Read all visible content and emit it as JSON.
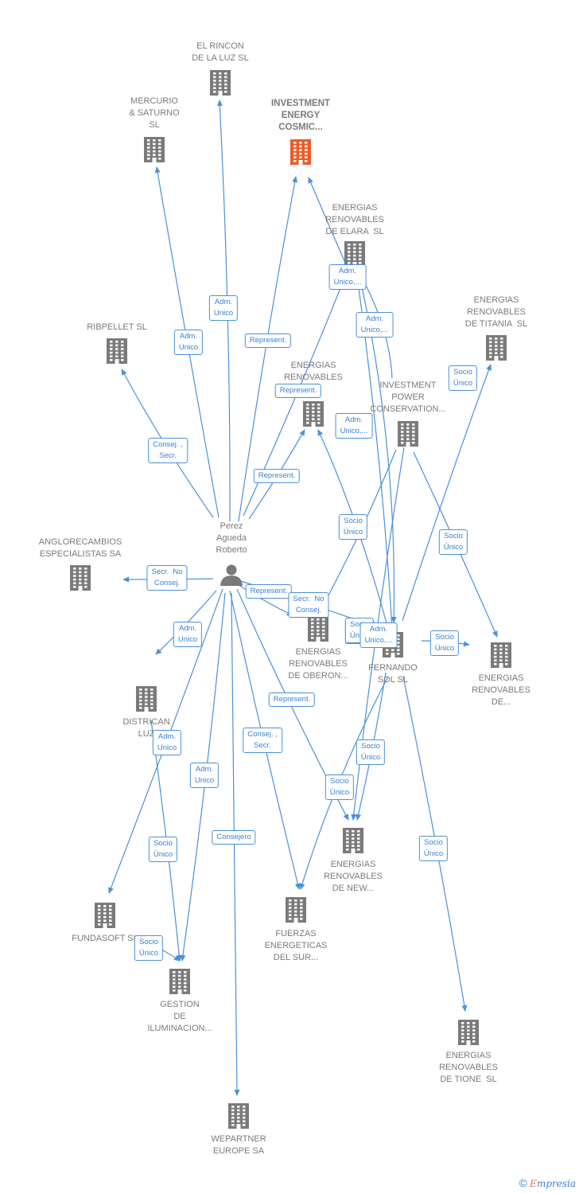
{
  "colors": {
    "edge": "#4a90d9",
    "node": "#7a7a7a",
    "focus_node": "#f05a24",
    "label_text": "#3a7fcf"
  },
  "nodes": [
    {
      "id": "el-rincon",
      "label": "EL RINCON\nDE LA LUZ SL",
      "icon": "building-icon"
    },
    {
      "id": "mercurio",
      "label": "MERCURIO\n& SATURNO\nSL",
      "icon": "building-icon"
    },
    {
      "id": "investment-energy",
      "label": "INVESTMENT\nENERGY\nCOSMIC...",
      "icon": "building-icon",
      "focus": true
    },
    {
      "id": "elara",
      "label": "ENERGIAS\nRENOVABLES\nDE ELARA  SL",
      "icon": "building-icon"
    },
    {
      "id": "titania",
      "label": "ENERGIAS\nRENOVABLES\nDE TITANIA  SL",
      "icon": "building-icon"
    },
    {
      "id": "ribpellet",
      "label": "RIBPELLET SL",
      "icon": "building-icon"
    },
    {
      "id": "renovables-mid",
      "label": "ENERGIAS\nRENOVABLES",
      "icon": "building-icon"
    },
    {
      "id": "investment-power",
      "label": "INVESTMENT\nPOWER\nCONSERVATION...",
      "icon": "building-icon"
    },
    {
      "id": "perez",
      "label": "Perez\nAgueda\nRoberto",
      "icon": "person-icon"
    },
    {
      "id": "anglorecambios",
      "label": "ANGLORECAMBIOS\nESPECIALISTAS SA",
      "icon": "building-icon"
    },
    {
      "id": "oberon",
      "label": "ENERGIAS\nRENOVABLES\nDE OBERON...",
      "icon": "building-icon"
    },
    {
      "id": "fernando",
      "label": "FERNANDO\nSOL SL",
      "icon": "building-icon"
    },
    {
      "id": "renovables-de",
      "label": "ENERGIAS\nRENOVABLES\nDE...",
      "icon": "building-icon"
    },
    {
      "id": "districan",
      "label": "DISTRICAN\nLUZ",
      "icon": "building-icon"
    },
    {
      "id": "new",
      "label": "ENERGIAS\nRENOVABLES\nDE NEW...",
      "icon": "building-icon"
    },
    {
      "id": "fundasoft",
      "label": "FUNDASOFT SL",
      "icon": "building-icon"
    },
    {
      "id": "fuerzas",
      "label": "FUERZAS\nENERGETICAS\nDEL SUR...",
      "icon": "building-icon"
    },
    {
      "id": "gestion",
      "label": "GESTION\nDE\nILUMINACION...",
      "icon": "building-icon"
    },
    {
      "id": "tione",
      "label": "ENERGIAS\nRENOVABLES\nDE TIONE  SL",
      "icon": "building-icon"
    },
    {
      "id": "wepartner",
      "label": "WEPARTNER\nEUROPE SA",
      "icon": "building-icon"
    }
  ],
  "edges": [
    {
      "from": "perez",
      "to": "el-rincon",
      "label": "Adm.\nUnico"
    },
    {
      "from": "perez",
      "to": "mercurio",
      "label": "Adm.\nUnico"
    },
    {
      "from": "perez",
      "to": "investment-energy",
      "label": "Represent."
    },
    {
      "from": "elara",
      "to": "investment-energy",
      "label": "Adm.\nUnico,..."
    },
    {
      "from": "perez",
      "to": "ribpellet",
      "label": "Consej. ,\nSecr."
    },
    {
      "from": "perez",
      "to": "renovables-mid",
      "label": "Represent."
    },
    {
      "from": "perez",
      "to": "elara",
      "label": "Represent."
    },
    {
      "from": "investment-power",
      "to": "elara",
      "label": "Adm.\nUnico,..."
    },
    {
      "from": "fernando",
      "to": "renovables-mid",
      "label": "Adm.\nUnico,..."
    },
    {
      "from": "investment-power",
      "to": "oberon",
      "label": "Socio\nÚnico"
    },
    {
      "from": "fernando",
      "to": "titania",
      "label": "Socio\nÚnico"
    },
    {
      "from": "investment-power",
      "to": "renovables-de",
      "label": "Socio\nÚnico"
    },
    {
      "from": "perez",
      "to": "anglorecambios",
      "label": "Secr.  No\nConsej."
    },
    {
      "from": "perez",
      "to": "oberon",
      "label": "Represent."
    },
    {
      "from": "perez",
      "to": "fernando",
      "label": "Secr.  No\nConsej."
    },
    {
      "from": "fernando",
      "to": "renovables-de",
      "label": "Socio\nÚnico"
    },
    {
      "from": "perez",
      "to": "districan",
      "label": "Adm.\nUnico"
    },
    {
      "from": "perez",
      "to": "new",
      "label": "Represent."
    },
    {
      "from": "perez",
      "to": "fundasoft",
      "label": "Adm.\nUnico"
    },
    {
      "from": "perez",
      "to": "fuerzas",
      "label": "Consej. ,\nSecr."
    },
    {
      "from": "perez",
      "to": "gestion",
      "label": "Adm.\nUnico"
    },
    {
      "from": "perez",
      "to": "wepartner",
      "label": "Consejero"
    },
    {
      "from": "fernando",
      "to": "new",
      "label": "Socio\nÚnico"
    },
    {
      "from": "fernando",
      "to": "fuerzas",
      "label": "Socio\nÚnico"
    },
    {
      "from": "fernando",
      "to": "tione",
      "label": "Socio\nÚnico"
    },
    {
      "from": "districan",
      "to": "gestion",
      "label": "Socio\nÚnico"
    },
    {
      "from": "fundasoft",
      "to": "gestion",
      "label": "Socio\nÚnico"
    },
    {
      "from": "investment-power",
      "to": "new",
      "label": "Socio\nÚnico"
    },
    {
      "from": "elara",
      "to": "new",
      "label": "Socio\nÚnico"
    },
    {
      "from": "investment-power",
      "to": "fernando",
      "label": "Adm.\nUnico,..."
    }
  ],
  "footer": {
    "copyright": "©",
    "brand_first": "E",
    "brand_rest": "mpresia"
  }
}
